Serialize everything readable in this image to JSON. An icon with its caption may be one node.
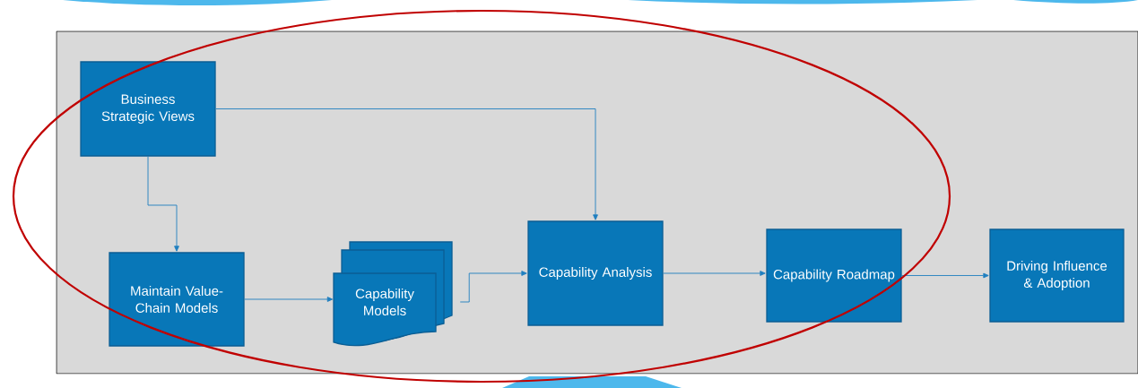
{
  "diagram": {
    "nodes": [
      {
        "text": [],
        "shape": "box"
      },
      {
        "text": [
          "Business Strategic Views"
        ],
        "in": 0
      },
      {
        "text": [
          "Maintain Value-Chain Models"
        ],
        "in": 0
      },
      {
        "text": [
          "Capability Models"
        ],
        "in": 0
      },
      {
        "text": [
          "Capability Analysis"
        ],
        "in": 0
      },
      {
        "text": [
          "Capability Roadmap"
        ],
        "in": 0
      },
      {
        "text": [
          "Driving Influence & Adoption"
        ],
        "in": 0
      }
    ],
    "edges": [
      {
        "from": 1,
        "to": 2,
        "arrow": "to"
      },
      {
        "from": 1,
        "to": 4,
        "arrow": "to"
      },
      {
        "from": 2,
        "to": 3,
        "arrow": "to"
      },
      {
        "from": 3,
        "to": 4,
        "arrow": "to"
      },
      {
        "from": 4,
        "to": 5,
        "arrow": "to"
      },
      {
        "from": 5,
        "to": 6,
        "arrow": "to"
      }
    ]
  }
}
